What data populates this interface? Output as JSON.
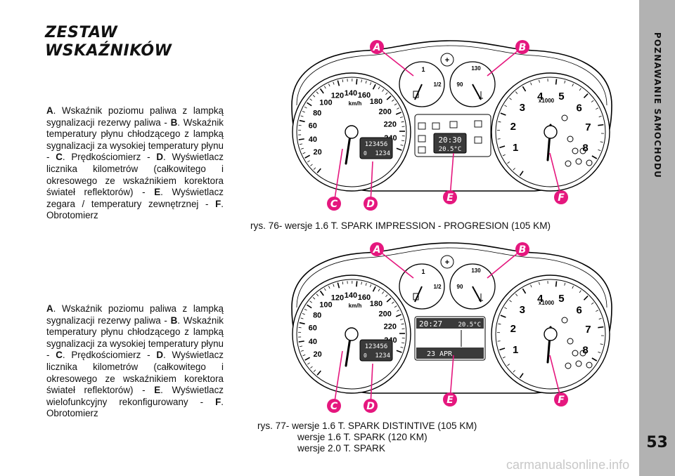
{
  "heading": {
    "line1": "ZESTAW",
    "line2": "WSKAŹNIKÓW"
  },
  "paragraph1": {
    "parts": [
      {
        "t": "A",
        "b": true
      },
      {
        "t": ". Wskaźnik poziomu paliwa z lampką sygnalizacji rezerwy paliwa - "
      },
      {
        "t": "B",
        "b": true
      },
      {
        "t": ". Wskaźnik temperatury płynu chłodzącego z lampką sygnalizacji za wysokiej temperatury płynu - "
      },
      {
        "t": "C",
        "b": true
      },
      {
        "t": ". Prędkościomierz - "
      },
      {
        "t": "D",
        "b": true
      },
      {
        "t": ". Wyświetlacz licznika kilometrów (całkowitego i okresowego ze wskaźnikiem korektora świateł reflektorów) - "
      },
      {
        "t": "E",
        "b": true
      },
      {
        "t": ". Wyświetlacz zegara / temperatury zewnętrznej - "
      },
      {
        "t": "F",
        "b": true
      },
      {
        "t": ". Obrotomierz"
      }
    ]
  },
  "paragraph2": {
    "parts": [
      {
        "t": "A",
        "b": true
      },
      {
        "t": ". Wskaźnik poziomu paliwa z lampką sygnalizacji rezerwy paliwa - "
      },
      {
        "t": "B",
        "b": true
      },
      {
        "t": ". Wskaźnik temperatury płynu chłodzącego z lampką sygnalizacji za wysokiej temperatury płynu - "
      },
      {
        "t": "C",
        "b": true
      },
      {
        "t": ". Prędkościomierz - "
      },
      {
        "t": "D",
        "b": true
      },
      {
        "t": ". Wyświetlacz licznika kilometrów (całkowitego i okresowego ze wskaźnikiem korektora świateł reflektorów) - "
      },
      {
        "t": "E",
        "b": true
      },
      {
        "t": ". Wyświetlacz wielofunkcyjny rekonfigurowany - "
      },
      {
        "t": "F",
        "b": true
      },
      {
        "t": ". Obrotomierz"
      }
    ]
  },
  "figure1": {
    "caption": "rys. 76- wersje 1.6 T. SPARK IMPRESSION - PROGRESION (105 KM)",
    "clock": "20:30",
    "temperature": "20.5",
    "temp_unit": "°C"
  },
  "figure2": {
    "caption_lines": [
      "rys. 77- wersje 1.6 T. SPARK DISTINTIVE (105 KM)",
      "wersje 1.6 T. SPARK (120 KM)",
      "wersje 2.0 T. SPARK"
    ],
    "clock": "20:27",
    "temperature": "20.5",
    "temp_unit": "°C",
    "date": "23 APR"
  },
  "gauge_text": {
    "speed_ticks": [
      "20",
      "40",
      "60",
      "80",
      "100",
      "120",
      "140",
      "160",
      "180",
      "200",
      "220",
      "240"
    ],
    "speed_unit": "km/h",
    "rpm_ticks": [
      "1",
      "2",
      "3",
      "4",
      "5",
      "6",
      "7",
      "8"
    ],
    "rpm_unit": "x1000",
    "fuel_ticks": [
      "1",
      "1/2"
    ],
    "temp_ticks": [
      "130",
      "90"
    ],
    "odometer_total": "123456",
    "odometer_trip": "1234",
    "odometer_adj": "0"
  },
  "callouts": [
    "A",
    "B",
    "C",
    "D",
    "E",
    "F"
  ],
  "colors": {
    "callout": "#e5177e",
    "sidebar": "#b2b2b2",
    "lcd": "#3a3a3a"
  },
  "sidebar": {
    "title": "POZNAWANIE SAMOCHODU",
    "page_number": "53"
  },
  "watermark": "carmanualsonline.info"
}
